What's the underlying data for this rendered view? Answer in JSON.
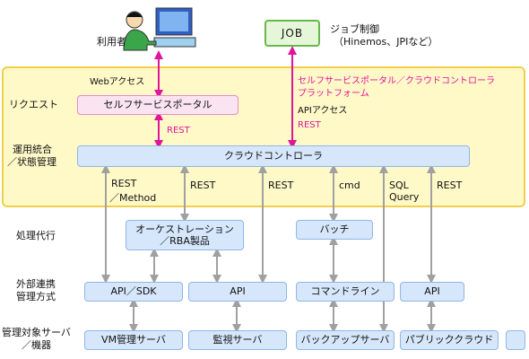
{
  "user": {
    "label": "利用者"
  },
  "job": {
    "box": "JOB",
    "note_line1": "ジョブ制御",
    "note_line2": "（Hinemos、JPIなど）"
  },
  "top": {
    "web_access": "Webアクセス",
    "portal_line1": "セルフサービスポータル／クラウドコントローラ",
    "portal_line2": "プラットフォーム",
    "api_access": "APIアクセス",
    "rest_pink_1": "REST",
    "rest_pink_2": "REST"
  },
  "side_labels": {
    "request": "リクエスト",
    "ops_line1": "運用統合",
    "ops_line2": "／状態管理",
    "proxy": "処理代行",
    "ext_line1": "外部連携",
    "ext_line2": "管理方式",
    "target_line1": "管理対象サーバ",
    "target_line2": "／機器"
  },
  "boxes": {
    "self_portal": "セルフサービスポータル",
    "cloud_controller": "クラウドコントローラ",
    "orch_line1": "オーケストレーション",
    "orch_line2": "／RBA製品",
    "batch": "バッチ",
    "api_sdk": "API／SDK",
    "api_2": "API",
    "cmdline": "コマンドライン",
    "api_4": "API",
    "vm_server": "VM管理サーバ",
    "monitor_server": "監視サーバ",
    "backup_server": "バックアップサーバ",
    "public_cloud": "パブリッククラウド"
  },
  "arrow_labels": {
    "rest_method_1": "REST",
    "rest_method_2": "／Method",
    "rest_2": "REST",
    "rest_3": "REST",
    "cmd": "cmd",
    "sql_1": "SQL",
    "sql_2": "Query",
    "rest_5": "REST"
  },
  "colors": {
    "pink": "#e0169a",
    "arrow_gray": "#a0a0a0",
    "panel": "#fff9c8",
    "box": "#d6e7fb"
  }
}
